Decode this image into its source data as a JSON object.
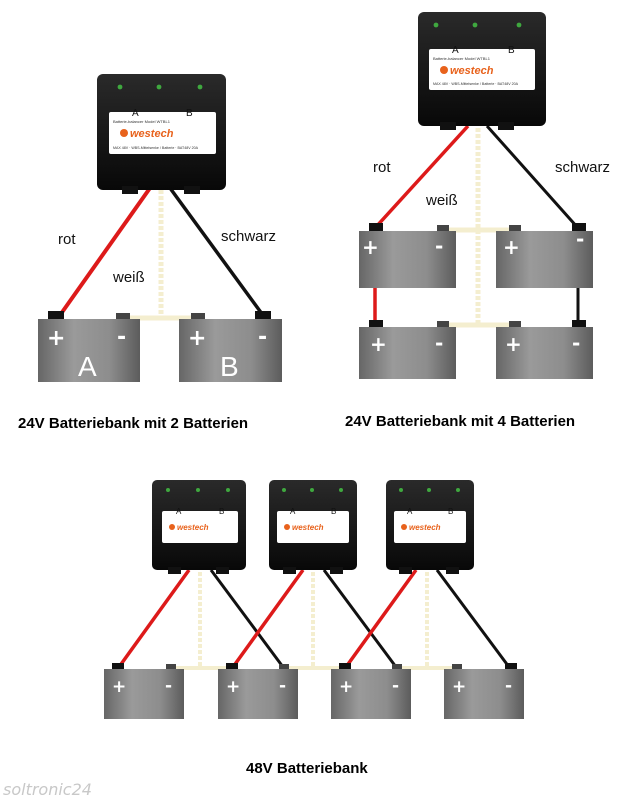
{
  "labels": {
    "red": "rot",
    "white": "weiß",
    "black": "schwarz",
    "terminal_a": "A",
    "terminal_b": "B",
    "plus": "+",
    "minus": "-"
  },
  "device": {
    "brand": "westech",
    "title": "Batterie-balancer Model WTBL1",
    "spec": "MAX 48V · WBS-Mittelsenke / Batterie · BAT48V 20A"
  },
  "battery_labels": {
    "a": "A",
    "b": "B"
  },
  "captions": {
    "two_batteries": "24V Batteriebank mit 2 Batterien",
    "four_batteries": "24V Batteriebank mit 4 Batterien",
    "bank_48v": "48V Batteriebank"
  },
  "watermark": "soltronic24",
  "colors": {
    "red_wire": "#dd1a1a",
    "black_wire": "#111111",
    "white_wire": "#f4eecf",
    "battery_body": "#8a8a8a",
    "device_body": "#141414",
    "led": "#3fa83f"
  }
}
